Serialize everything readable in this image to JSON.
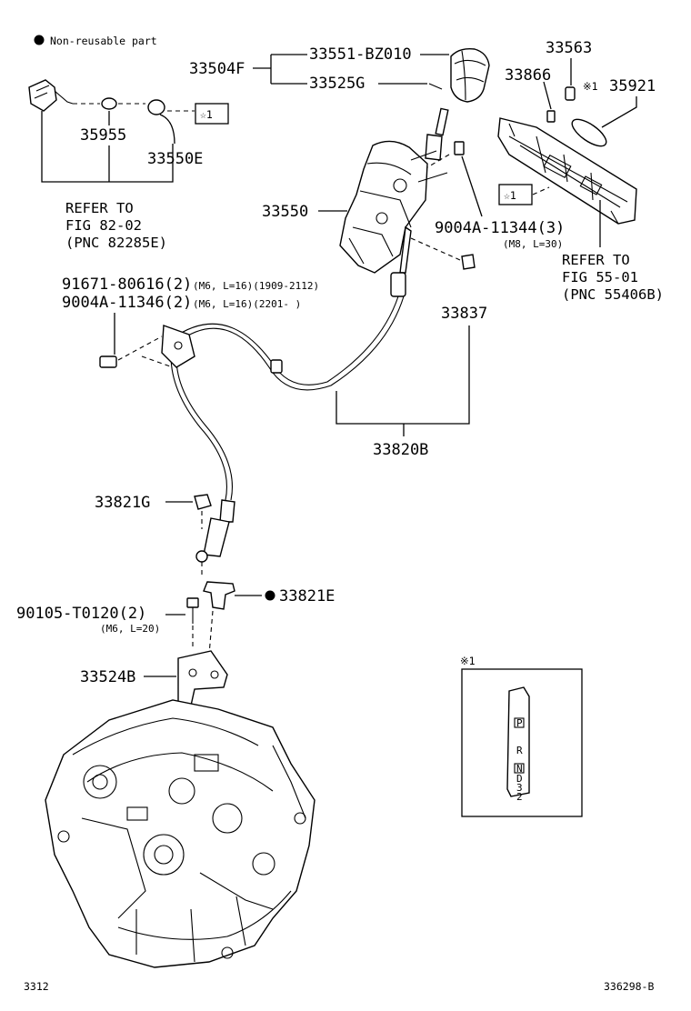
{
  "legend": {
    "bullet_text": "Non-reusable part"
  },
  "parts": {
    "p33504F": "33504F",
    "p33551": "33551-BZ010",
    "p33525G": "33525G",
    "p33563": "33563",
    "p33866": "33866",
    "note_mark": "※1",
    "p35921": "35921",
    "p35955": "35955",
    "p33550E": "33550E",
    "star_box_left": "☆1",
    "star_box_right": "☆1",
    "p33550": "33550",
    "p9004A_11344": "9004A-11344(3)",
    "p9004A_11344_spec": "(M8, L=30)",
    "p91671_main": "91671-80616(2)",
    "p91671_spec": "(M6, L=16)(1909-2112)",
    "p9004A_11346_main": "9004A-11346(2)",
    "p9004A_11346_spec": "(M6, L=16)(2201-      )",
    "p33837": "33837",
    "p33820B": "33820B",
    "p33821G": "33821G",
    "p33821E": "33821E",
    "p90105_main": "90105-T0120(2)",
    "p90105_spec": "(M6, L=20)",
    "p33524B": "33524B"
  },
  "refs": {
    "left_line1": "REFER TO",
    "left_line2": "FIG 82-02",
    "left_line3": "(PNC 82285E)",
    "right_line1": "REFER TO",
    "right_line2": "FIG 55-01",
    "right_line3": "(PNC 55406B)"
  },
  "inset": {
    "title": "※1",
    "gear_p": "P",
    "gear_r": "R",
    "gear_n": "N",
    "gear_d": "D",
    "gear_3": "3",
    "gear_2": "2"
  },
  "footer": {
    "left_code": "3312",
    "right_code": "336298-B"
  }
}
